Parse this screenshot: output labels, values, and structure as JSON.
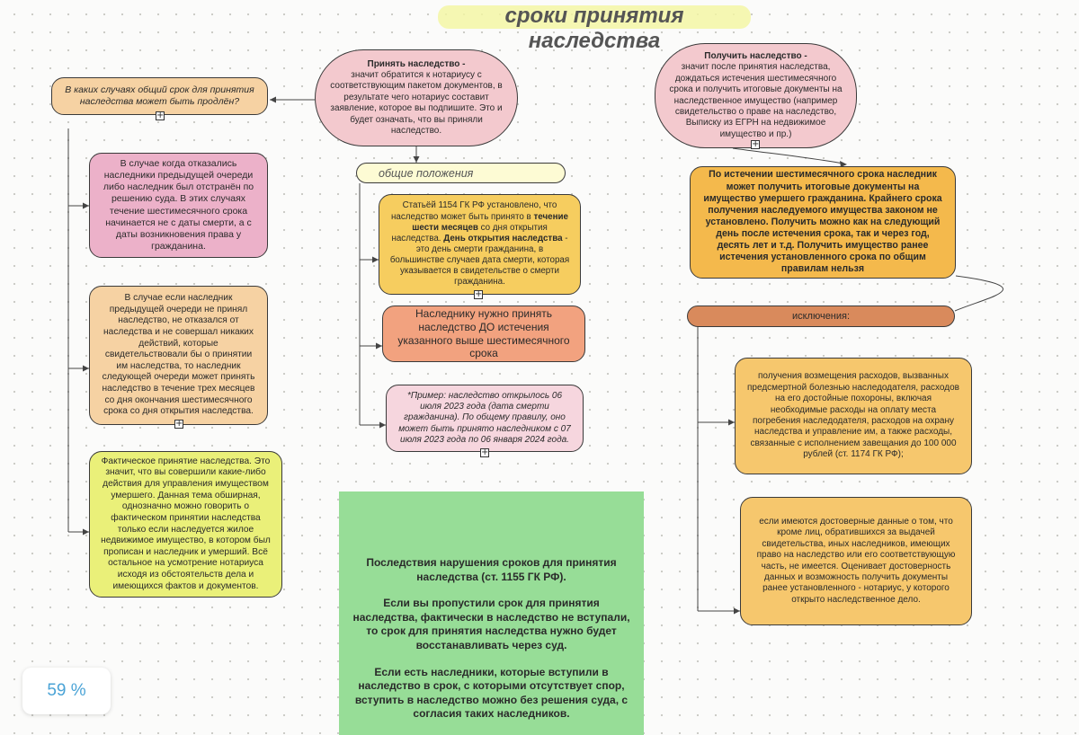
{
  "title": "сроки принятия наследства",
  "colors": {
    "pink": "#f3c9ce",
    "magenta": "#ecb1c9",
    "peach": "#f6d2a3",
    "yellowgreen": "#eaf079",
    "gold": "#f6cd5f",
    "goldDark": "#f4b94c",
    "salmon": "#f2a27f",
    "lightpink": "#f6d6de",
    "orange": "#d98a5c",
    "green": "#97dd97",
    "highlight": "#f4f6a0",
    "paleYellow": "#fdfbd4"
  },
  "accept": {
    "title": "Принять наследство -",
    "body": "значит обратится к нотариусу с соответствующим пакетом документов, в результате чего нотариус составит заявление, которое вы подпишите. Это и будет означать, что вы приняли наследство."
  },
  "receive": {
    "title": "Получить наследство -",
    "body": "значит после принятия наследства, дождаться истечения шестимесячного срока и получить итоговые документы на наследственное имущество (например свидетельство о праве на наследство, Выписку из ЕГРН на недвижимое имущество и пр.)"
  },
  "question": "В каких случаях общий срок для принятия наследства может быть продлён?",
  "general": "общие положения",
  "left_cases": [
    "В случае когда отказались наследники предыдущей очереди либо наследник был отстранён по решению суда. В этих случаях течение шестимесячного срока начинается не с даты смерти, а с даты возникновения права у гражданина.",
    "В случае если наследник предыдущей очереди не принял наследство, не отказался от наследства и не совершал никаких действий, которые свидетельствовали бы о принятии им наследства, то наследник следующей очереди может принять наследство в течение трех месяцев со дня окончания шестимесячного срока со дня открытия наследства.",
    "Фактическое принятие наследства. Это значит, что вы совершили какие-либо действия для управления имуществом умершего. Данная тема обширная, однозначно можно говорить о фактическом принятии наследства только если наследуется жилое недвижимое имущество, в котором был прописан и наследник и умерший. Всё остальное на усмотрение нотариуса исходя из обстоятельств дела и имеющихся фактов и документов."
  ],
  "article": {
    "p1": "Статьёй 1154 ГК РФ установлено, что наследство может быть принято в ",
    "b1": "течение шести месяцев",
    "p2": " со дня открытия наследства. ",
    "b2": "День открытия наследства",
    "p3": " - это день смерти гражданина, в большинстве случаев дата смерти, которая указывается в свидетельстве о смерти гражданина."
  },
  "need": "Наследнику нужно принять наследство ДО истечения указанного выше шестимесячного срока",
  "example": "*Пример: наследство открылось 06 июля 2023 года (дата смерти гражданина). По общему правилу, оно может быть принято наследником с 07 июля 2023 года по 06 января 2024 года.",
  "after": "По истечении шестимесячного срока наследник может получить итоговые документы на имущество умершего гражданина. Крайнего срока получения наследуемого имущества законом не установлено. Получить можно как на следующий день после истечения срока, так и через год, десять лет и т.д. Получить имущество ранее истечения установленного срока по общим правилам нельзя",
  "exceptions": "исключения:",
  "exception_items": [
    "получения возмещения расходов, вызванных предсмертной болезнью наследодателя, расходов на его достойные похороны, включая необходимые расходы на оплату места погребения наследодателя, расходов на охрану наследства и управление им, а также расходы, связанные с исполнением завещания до 100 000 рублей (ст. 1174 ГК РФ);",
    "если имеются достоверные данные о том, что кроме лиц, обратившихся за выдачей свидетельства, иных наследников, имеющих право на наследство или его соответствующую часть, не имеется. Оценивает достоверность данных и возможность получить документы ранее установленного - нотариус, у которого открыто наследственное дело."
  ],
  "consequences": {
    "p1": "Последствия нарушения сроков для принятия наследства (ст. 1155 ГК РФ).",
    "p2": "Если вы пропустили срок для принятия наследства, фактически в наследство не вступали, то срок для принятия наследства нужно будет восстанавливать через суд.",
    "p3": "Если есть наследники, которые вступили в наследство в срок, с которыми отсутствует спор, вступить в наследство можно без решения суда, с согласия таких наследников."
  },
  "zoom": "59 %"
}
